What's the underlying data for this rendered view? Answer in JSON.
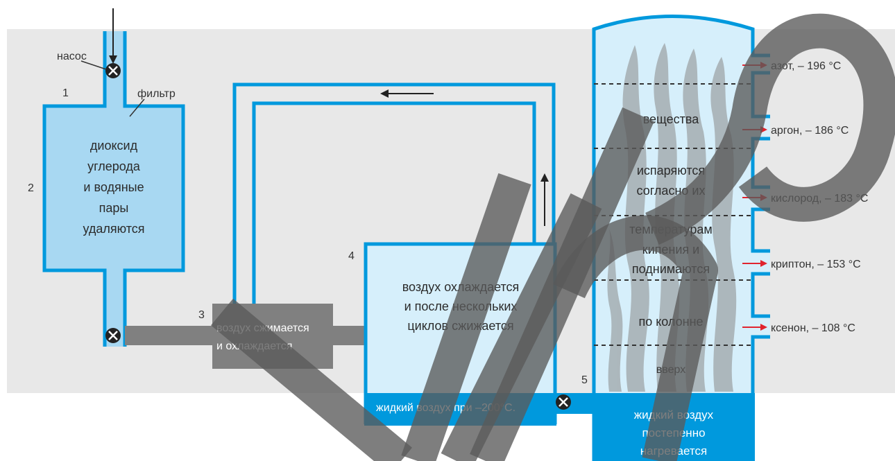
{
  "colors": {
    "background_band": "#e8e8e8",
    "pipe_blue": "#0099dd",
    "tank_fill": "#a8d8f2",
    "light_fill": "#d6effb",
    "compressor_gray": "#808080",
    "liquid_blue": "#0099dd",
    "arrow_red": "#e0242e",
    "watermark": "#5a5a5a"
  },
  "labels": {
    "pump": "насос",
    "filter": "фильтр",
    "n1": "1",
    "n2": "2",
    "n3": "3",
    "n4": "4",
    "n5": "5",
    "tank_lines": [
      "диоксид",
      "углерода",
      "и водяные",
      "пары",
      "удаляются"
    ],
    "compressor_lines": [
      "воздух сжимается",
      "и охлаждается"
    ],
    "cooler_lines": [
      "воздух охлаждается",
      "и после нескольких",
      "циклов сжижается"
    ],
    "liquid_air_cooler": "жидкий воздух при –200°С.",
    "column_lines": [
      "вещества",
      "испаряются",
      "согласно их",
      "температурам",
      "кипения и",
      "поднимаются",
      "по колонне",
      "вверх"
    ],
    "liquid_air_column": [
      "жидкий воздух",
      "постепенно",
      "нагревается"
    ]
  },
  "outputs": [
    {
      "name": "азот, – 196 °С"
    },
    {
      "name": "аргон, – 186 °С"
    },
    {
      "name": "кислород, – 183 °С"
    },
    {
      "name": "криптон, – 153 °С"
    },
    {
      "name": "ксенон, – 108 °С"
    }
  ],
  "watermark_text": "vipe"
}
